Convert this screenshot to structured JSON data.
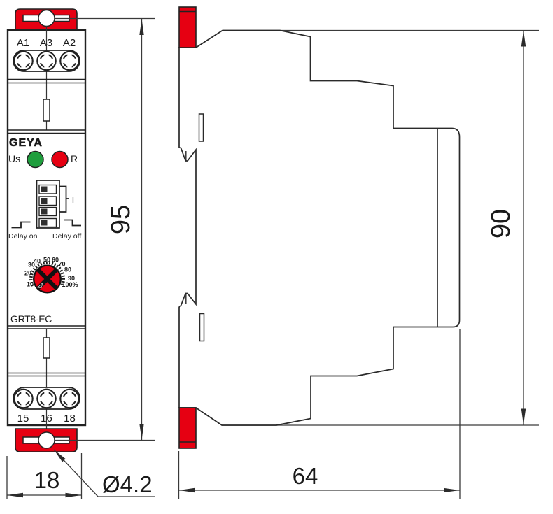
{
  "front_view": {
    "brand": "GEYA",
    "model": "GRT8-EC",
    "top_terminals": [
      "A1",
      "A3",
      "A2"
    ],
    "bottom_terminals": [
      "15",
      "16",
      "18"
    ],
    "led_left_label": "Us",
    "led_right_label": "R",
    "led_on_color": "#1f9e3d",
    "led_off_color": "#e60012",
    "accent_red": "#e60012",
    "dip": {
      "t_label": "T",
      "delay_on_label": "Delay on",
      "delay_off_label": "Delay off"
    },
    "dial": {
      "scale": [
        "10",
        "20",
        "30",
        "40",
        "50",
        "60",
        "70",
        "80",
        "90",
        "100%"
      ]
    }
  },
  "dimensions": {
    "front_height": "95",
    "front_width": "18",
    "hole_diameter": "Ø4.2",
    "side_height": "90",
    "side_depth": "64"
  }
}
